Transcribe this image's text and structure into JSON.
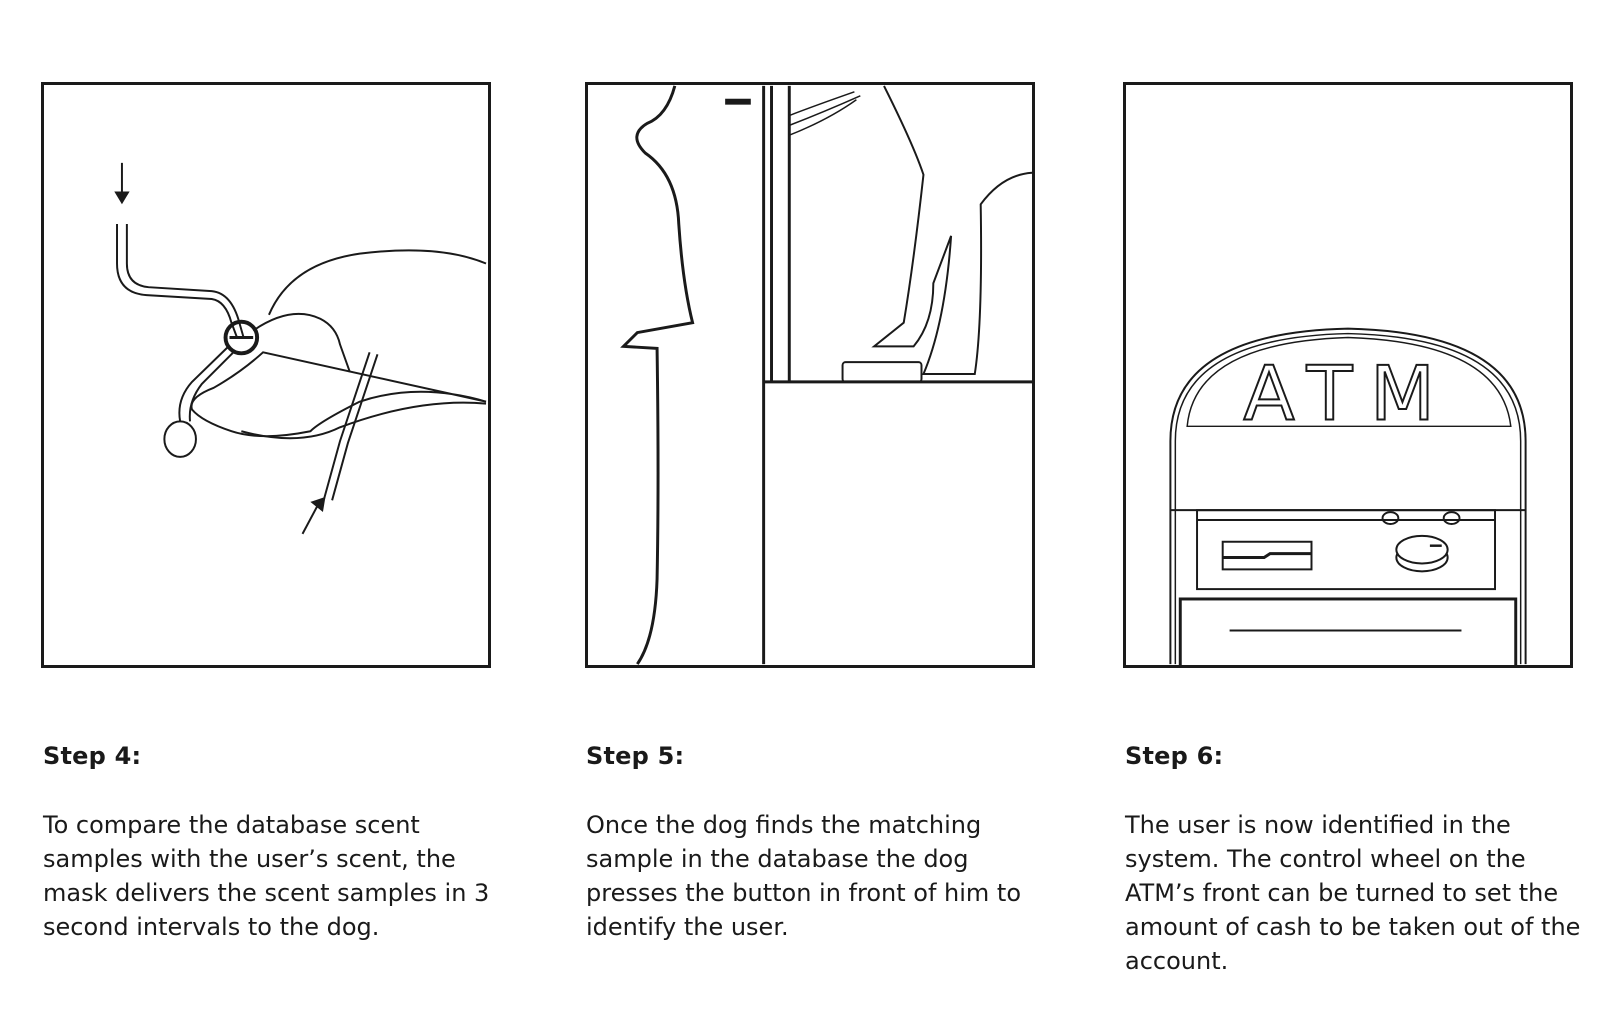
{
  "steps": [
    {
      "label": "Step 4:",
      "text": "To compare the database scent samples with the user’s scent, the mask delivers the scent samples in 3 second intervals to the dog.",
      "illustration": "dog-with-scent-mask"
    },
    {
      "label": "Step 5:",
      "text": "Once the dog finds the matching sample in the database the dog presses the button in front of him to identify the user.",
      "illustration": "dog-pressing-button"
    },
    {
      "label": "Step 6:",
      "text": "The user is now identified in the system. The control wheel on the ATM’s front can be turned to set the amount of cash to be taken out of the account.",
      "illustration": "atm-front",
      "sign_text": "ATM"
    }
  ],
  "colors": {
    "line": "#1a1a1a",
    "background": "#ffffff"
  }
}
